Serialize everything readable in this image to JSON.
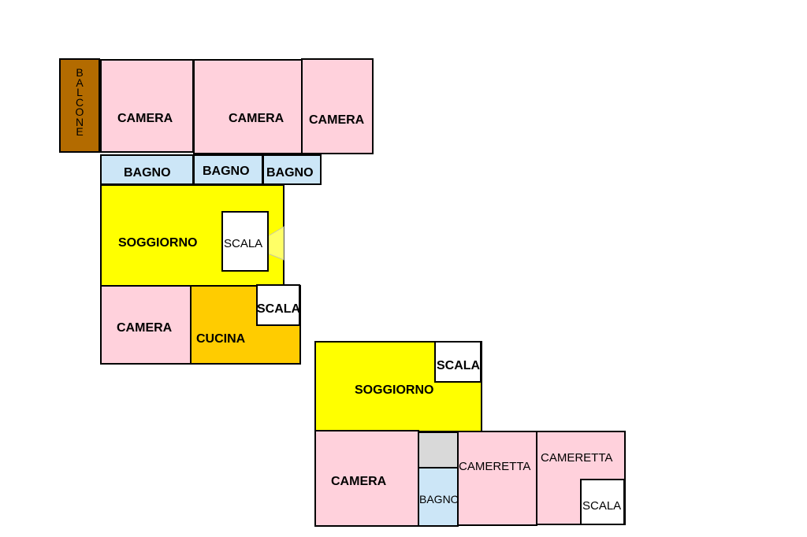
{
  "upper_unit": {
    "balcone": "BALCONE",
    "camera_1": "CAMERA",
    "camera_2": "CAMERA",
    "camera_3": "CAMERA",
    "bagno_1": "BAGNO",
    "bagno_2": "BAGNO",
    "bagno_3": "BAGNO",
    "soggiorno": "SOGGIORNO",
    "scala_1": "SCALA",
    "camera_4": "CAMERA",
    "cucina": "CUCINA",
    "scala_2": "SCALA"
  },
  "lower_unit": {
    "soggiorno": "SOGGIORNO",
    "scala_1": "SCALA",
    "camera": "CAMERA",
    "bagno": "BAGNO",
    "cameretta_1": "CAMERETTA",
    "cameretta_2": "CAMERETTA",
    "scala_2": "SCALA"
  },
  "colors": {
    "camera": "#ffd1dc",
    "bagno": "#cce6f7",
    "soggiorno": "#ffff00",
    "cucina": "#ffcc00",
    "balcone": "#b36b00",
    "scala": "#ffffff",
    "closet": "#d9d9d9"
  }
}
